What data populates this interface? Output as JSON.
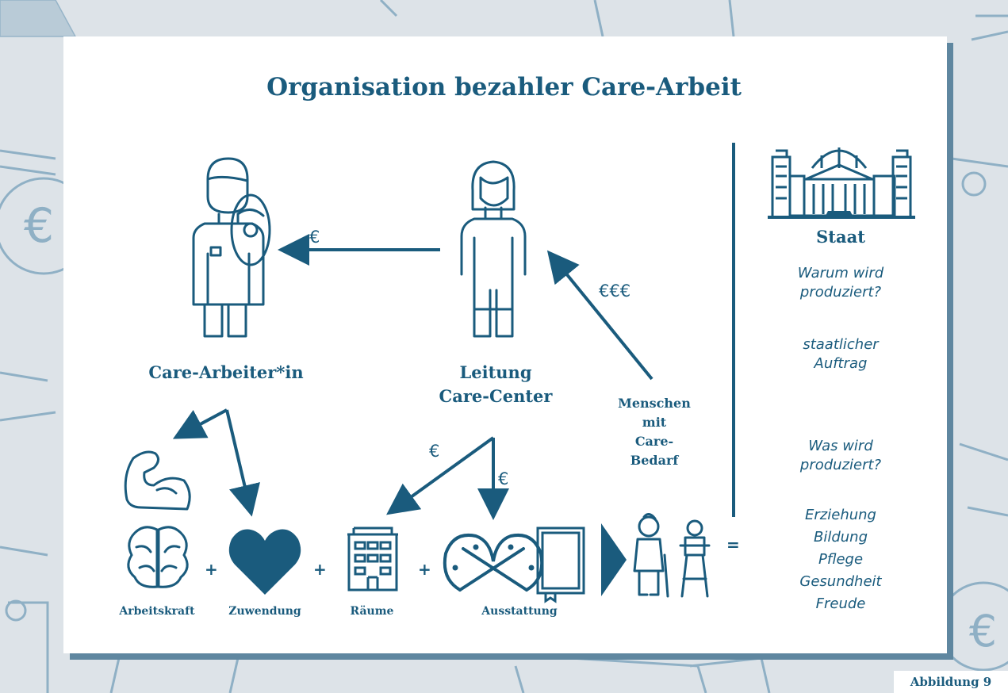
{
  "title": "Organisation bezahler Care-Arbeit",
  "actors": {
    "worker": "Care-Arbeiter*in",
    "leader_line1": "Leitung",
    "leader_line2": "Care-Center",
    "people_line1": "Menschen",
    "people_line2": "mit",
    "people_line3": "Care-",
    "people_line4": "Bedarf"
  },
  "money": {
    "to_worker": "€",
    "to_leader": "€€€",
    "to_rooms": "€",
    "to_equipment": "€"
  },
  "inputs": {
    "labels": [
      "Arbeitskraft",
      "Zuwendung",
      "Räume",
      "Ausstattung"
    ],
    "plus": "+",
    "equals": "="
  },
  "state": {
    "heading": "Staat",
    "q1_line1": "Warum wird",
    "q1_line2": "produziert?",
    "a1_line1": "staatlicher",
    "a1_line2": "Auftrag",
    "q2_line1": "Was wird",
    "q2_line2": "produziert?",
    "outputs": [
      "Erziehung",
      "Bildung",
      "Pflege",
      "Gesundheit",
      "Freude"
    ]
  },
  "figure_label": "Abbildung 9",
  "colors": {
    "primary": "#1a5b7d",
    "background": "#dde3e8",
    "shadow": "#5f87a0"
  }
}
